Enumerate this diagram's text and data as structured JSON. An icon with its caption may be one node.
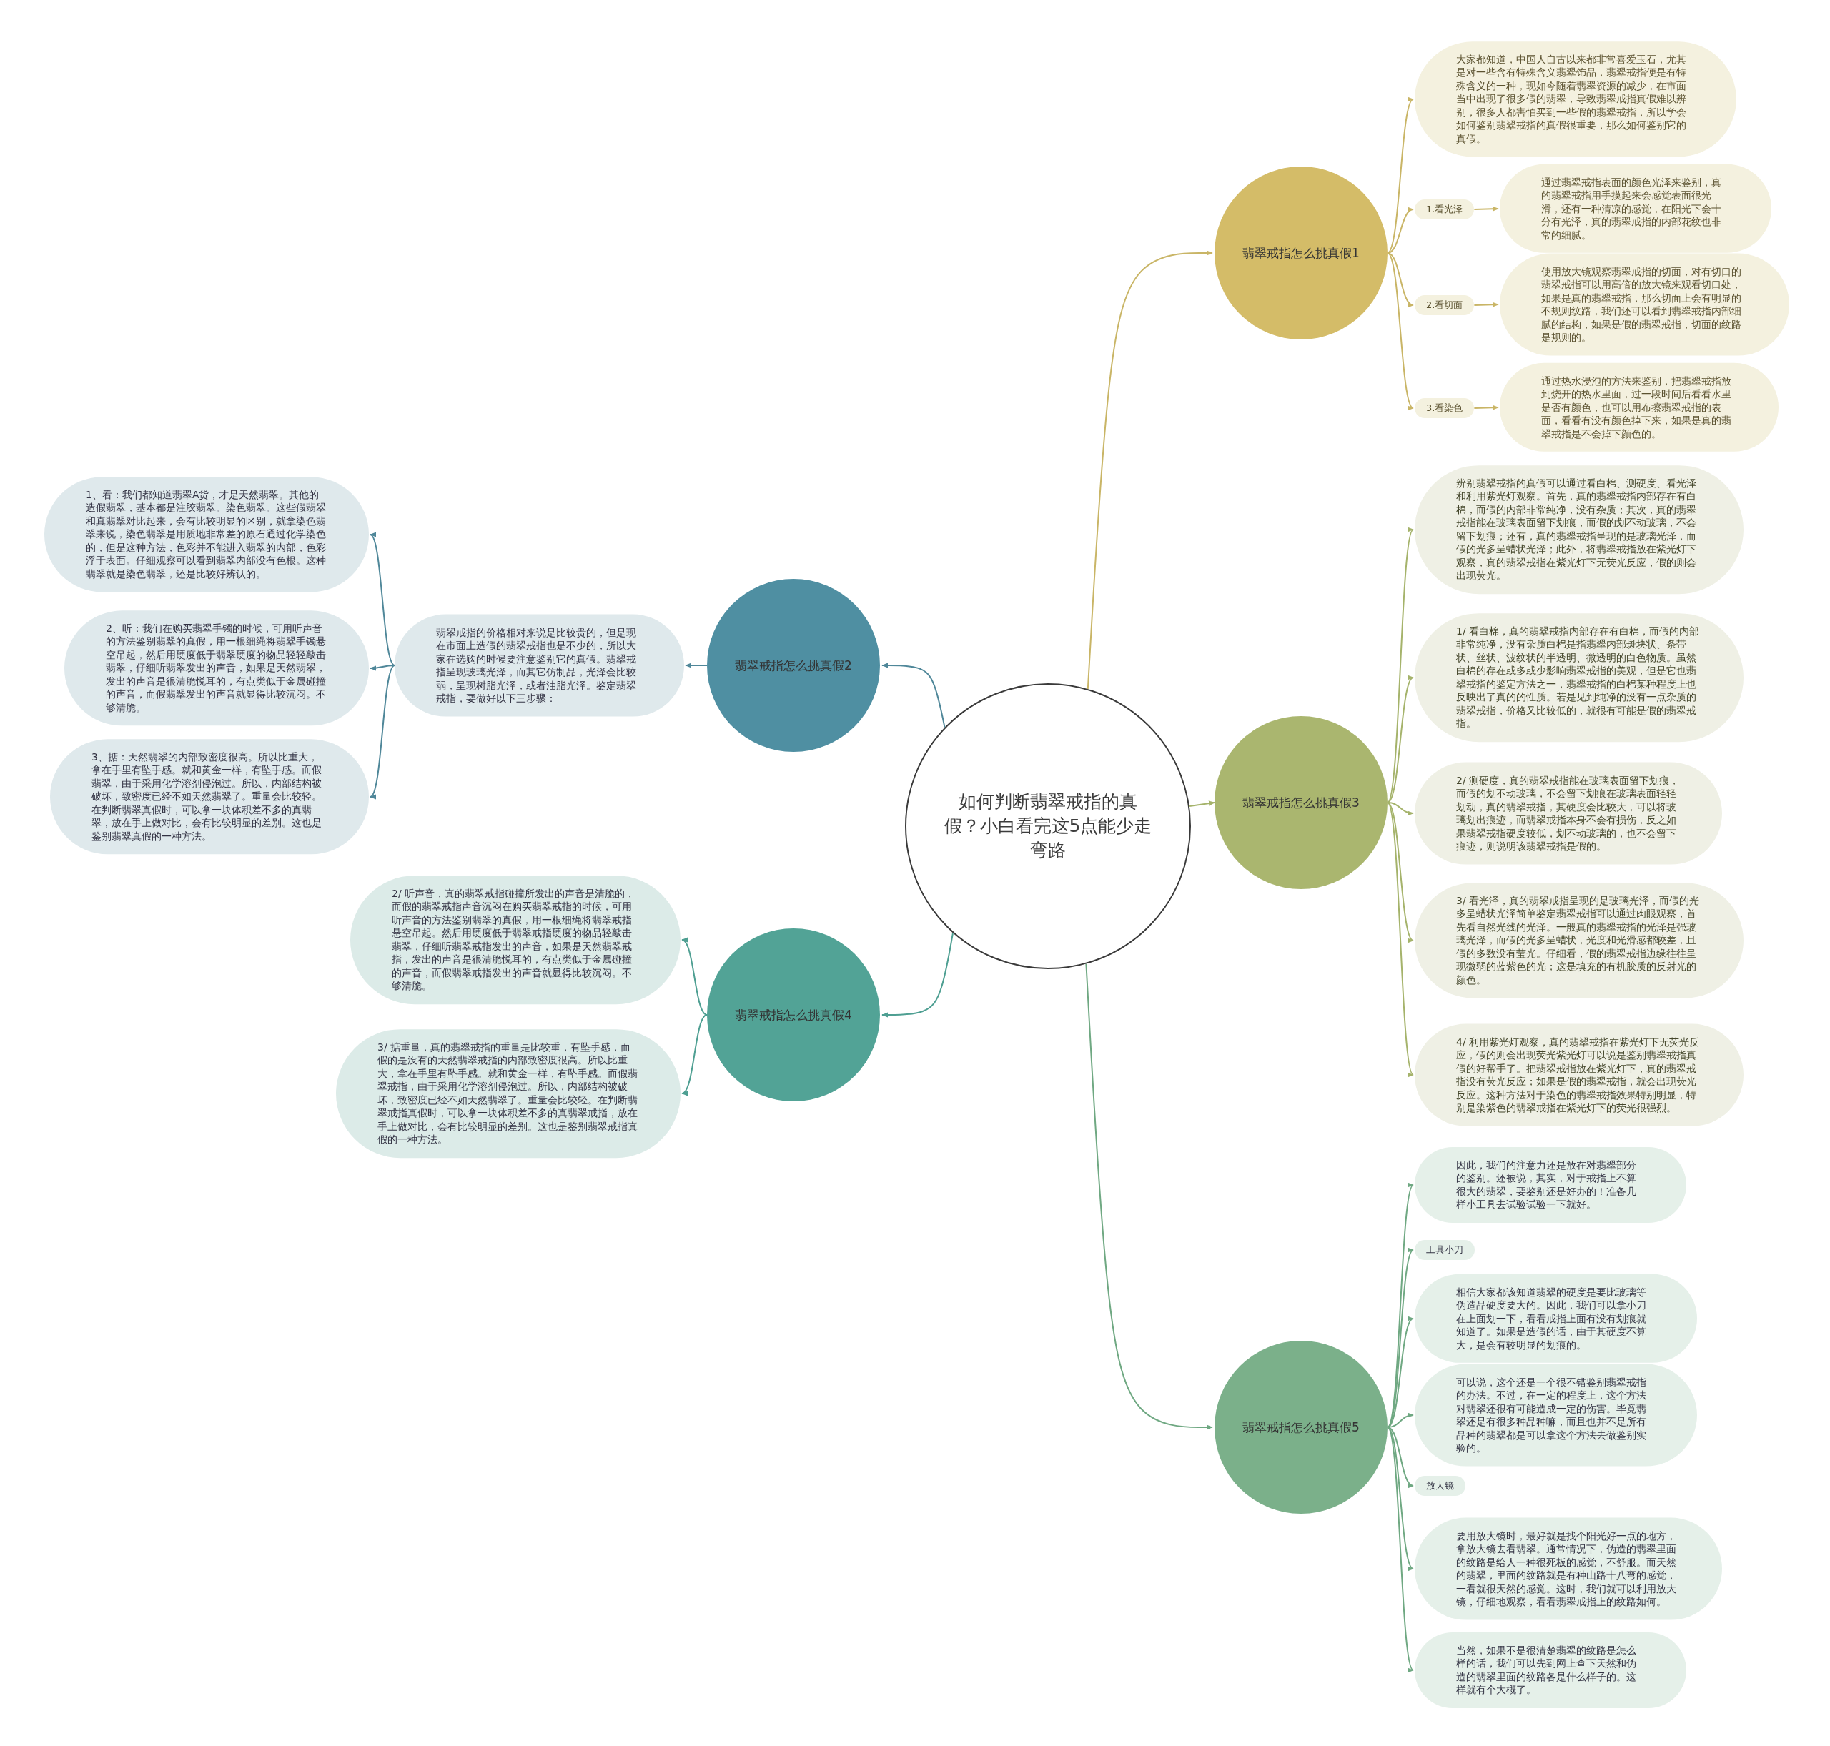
{
  "diagram": {
    "nodes": [
      {
        "text": [
          "如何判断翡翠戒指的真假？小白看完这5点能少走弯路"
        ]
      },
      {
        "text": [
          "翡翠戒指怎么挑真假1"
        ]
      },
      {
        "text": [
          "大家都知道，中国人自古以来都非常喜爱玉石，尤其是对一些含有特殊含义翡翠饰品，翡翠戒指便是有特殊含义的一种，现如今随着翡翠资源的减少，在市面当中出现了很多假的翡翠，导致翡翠戒指真假难以辨别，很多人都害怕买到一些假的翡翠戒指，所以学会如何鉴别翡翠戒指的真假很重要，那么如何鉴别它的真假。"
        ]
      },
      {
        "text": [
          "1.看光泽"
        ]
      },
      {
        "text": [
          "通过翡翠戒指表面的颜色光泽来鉴别，真的翡翠戒指用手摸起来会感觉表面很光滑，还有一种清凉的感觉，在阳光下会十分有光泽，真的翡翠戒指的内部花纹也非常的细腻。"
        ]
      },
      {
        "text": [
          "2.看切面"
        ]
      },
      {
        "text": [
          "使用放大镜观察翡翠戒指的切面，对有切口的翡翠戒指可以用高倍的放大镜来观看切口处，如果是真的翡翠戒指，那么切面上会有明显的不规则纹路，我们还可以看到翡翠戒指内部细腻的结构，如果是假的翡翠戒指，切面的纹路是规则的。"
        ]
      },
      {
        "text": [
          "3.看染色"
        ]
      },
      {
        "text": [
          "通过热水浸泡的方法来鉴别，把翡翠戒指放到烧开的热水里面，过一段时间后看看水里是否有颜色，也可以用布擦翡翠戒指的表面，看看有没有颜色掉下来，如果是真的翡翠戒指是不会掉下颜色的。"
        ]
      },
      {
        "text": [
          "翡翠戒指怎么挑真假2"
        ]
      },
      {
        "text": [
          "翡翠戒指的价格相对来说是比较贵的，但是现在市面上造假的翡翠戒指也是不少的，所以大家在选购的时候要注意鉴别它的真假。翡翠戒指呈现玻璃光泽，而其它仿制品，光泽会比较弱，呈现树脂光泽，或者油脂光泽。鉴定翡翠戒指，要做好以下三步骤："
        ]
      },
      {
        "text": [
          "1、看：我们都知道翡翠A货，才是天然翡翠。其他的造假翡翠，基本都是注胶翡翠。染色翡翠。这些假翡翠和真翡翠对比起来，会有比较明显的区别，就拿染色翡翠来说，染色翡翠是用质地非常差的原石通过化学染色的，但是这种方法，色彩并不能进入翡翠的内部，色彩浮于表面。仔细观察可以看到翡翠内部没有色根。这种翡翠就是染色翡翠，还是比较好辨认的。"
        ]
      },
      {
        "text": [
          "2、听：我们在购买翡翠手镯的时候，可用听声音的方法鉴别翡翠的真假，用一根细绳将翡翠手镯悬空吊起，然后用硬度低于翡翠硬度的物品轻轻敲击翡翠，仔细听翡翠发出的声音，如果是天然翡翠，发出的声音是很清脆悦耳的，有点类似于金属碰撞的声音，而假翡翠发出的声音就显得比较沉闷。不够清脆。"
        ]
      },
      {
        "text": [
          "3、掂：天然翡翠的内部致密度很高。所以比重大，拿在手里有坠手感。就和黄金一样，有坠手感。而假翡翠，由于采用化学溶剂侵泡过。所以，内部结构被破坏，致密度已经不如天然翡翠了。重量会比较轻。在判断翡翠真假时，可以拿一块体积差不多的真翡翠，放在手上做对比，会有比较明显的差别。这也是鉴别翡翠真假的一种方法。"
        ]
      },
      {
        "text": [
          "翡翠戒指怎么挑真假3"
        ]
      },
      {
        "text": [
          "辨别翡翠戒指的真假可以通过看白棉、测硬度、看光泽和利用紫光灯观察。首先，真的翡翠戒指内部存在有白棉，而假的内部非常纯净，没有杂质；其次，真的翡翠戒指能在玻璃表面留下划痕，而假的划不动玻璃，不会留下划痕；还有，真的翡翠戒指呈现的是玻璃光泽，而假的光多呈蜡状光泽；此外，将翡翠戒指放在紫光灯下观察，真的翡翠戒指在紫光灯下无荧光反应，假的则会出现荧光。"
        ]
      },
      {
        "text": [
          "1/ 看白棉，真的翡翠戒指内部存在有白棉，而假的内部非常纯净，没有杂质白棉是指翡翠内部斑块状、条带状、丝状、波纹状的半透明、微透明的白色物质。虽然白棉的存在或多或少影响翡翠戒指的美观，但是它也翡翠戒指的鉴定方法之一，翡翠戒指的白棉某种程度上也反映出了真的的性质。若是见到纯净的没有一点杂质的翡翠戒指，价格又比较低的，就很有可能是假的翡翠戒指。"
        ]
      },
      {
        "text": [
          "2/ 测硬度，真的翡翠戒指能在玻璃表面留下划痕，而假的划不动玻璃，不会留下划痕在玻璃表面轻轻划动，真的翡翠戒指，其硬度会比较大，可以将玻璃划出痕迹，而翡翠戒指本身不会有损伤，反之如果翡翠戒指硬度较低，划不动玻璃的，也不会留下痕迹，则说明该翡翠戒指是假的。"
        ]
      },
      {
        "text": [
          "3/ 看光泽，真的翡翠戒指呈现的是玻璃光泽，而假的光多呈蜡状光泽简单鉴定翡翠戒指可以通过肉眼观察，首先看自然光线的光泽。一般真的翡翠戒指的光泽是强玻璃光泽，而假的光多呈蜡状，光度和光滑感都较差，且假的多数没有莹光。仔细看，假的翡翠戒指边缘往往呈现微弱的蓝紫色的光；这是填充的有机胶质的反射光的颜色。"
        ]
      },
      {
        "text": [
          "4/ 利用紫光灯观察，真的翡翠戒指在紫光灯下无荧光反应，假的则会出现荧光紫光灯可以说是鉴别翡翠戒指真假的好帮手了。把翡翠戒指放在紫光灯下，真的翡翠戒指没有荧光反应；如果是假的翡翠戒指，就会出现荧光反应。这种方法对于染色的翡翠戒指效果特别明显，特别是染紫色的翡翠戒指在紫光灯下的荧光很强烈。"
        ]
      },
      {
        "text": [
          "翡翠戒指怎么挑真假4"
        ]
      },
      {
        "text": [
          "2/ 听声音，真的翡翠戒指碰撞所发出的声音是清脆的，而假的翡翠戒指声音沉闷在购买翡翠戒指的时候，可用听声音的方法鉴别翡翠的真假，用一根细绳将翡翠戒指悬空吊起。然后用硬度低于翡翠戒指硬度的物品轻敲击翡翠，仔细听翡翠戒指发出的声音，如果是天然翡翠戒指，发出的声音是很清脆悦耳的，有点类似于金属碰撞的声音，而假翡翠戒指发出的声音就显得比较沉闷。不够清脆。"
        ]
      },
      {
        "text": [
          "3/ 掂重量，真的翡翠戒指的重量是比较重，有坠手感，而假的是没有的天然翡翠戒指的内部致密度很高。所以比重大，拿在手里有坠手感。就和黄金一样，有坠手感。而假翡翠戒指，由于采用化学溶剂侵泡过。所以，内部结构被破坏，致密度已经不如天然翡翠了。重量会比较轻。在判断翡翠戒指真假时，可以拿一块体积差不多的真翡翠戒指，放在手上做对比，会有比较明显的差别。这也是鉴别翡翠戒指真假的一种方法。"
        ]
      },
      {
        "text": [
          "翡翠戒指怎么挑真假5"
        ]
      },
      {
        "text": [
          "因此，我们的注意力还是放在对翡翠部分的鉴别。还被说，其实，对于戒指上不算很大的翡翠，要鉴别还是好办的！准备几样小工具去试验试验一下就好。"
        ]
      },
      {
        "text": [
          "工具小刀"
        ]
      },
      {
        "text": [
          "相信大家都该知道翡翠的硬度是要比玻璃等伪造品硬度要大的。因此，我们可以拿小刀在上面划一下，看看戒指上面有没有划痕就知道了。如果是造假的话，由于其硬度不算大，是会有较明显的划痕的。"
        ]
      },
      {
        "text": [
          "可以说，这个还是一个很不错鉴别翡翠戒指的办法。不过，在一定的程度上，这个方法对翡翠还很有可能造成一定的伤害。毕竟翡翠还是有很多种品种嘛，而且也并不是所有品种的翡翠都是可以拿这个方法去做鉴别实验的。"
        ]
      },
      {
        "text": [
          "放大镜"
        ]
      },
      {
        "text": [
          "要用放大镜时，最好就是找个阳光好一点的地方，拿放大镜去看翡翠。通常情况下，伪造的翡翠里面的纹路是给人一种很死板的感觉，不舒服。而天然的翡翠，里面的纹路就是有种山路十八弯的感觉，一看就很天然的感觉。这时，我们就可以利用放大镜，仔细地观察，看看翡翠戒指上的纹路如何。"
        ]
      },
      {
        "text": [
          "当然，如果不是很清楚翡翠的纹路是怎么样的话，我们可以先到网上查下天然和伪造的翡翠里面的纹路各是什么样子的。这样就有个大概了。"
        ]
      }
    ],
    "edges": [
      {
        "from": 0,
        "to": 1,
        "arrow": "to",
        "color": "#c9b566"
      },
      {
        "from": 0,
        "to": 9,
        "arrow": "to",
        "color": "#4f8799"
      },
      {
        "from": 0,
        "to": 14,
        "arrow": "to",
        "color": "#a5b36b"
      },
      {
        "from": 0,
        "to": 20,
        "arrow": "to",
        "color": "#4e9f92"
      },
      {
        "from": 0,
        "to": 23,
        "arrow": "to",
        "color": "#6fa882"
      },
      {
        "from": 1,
        "to": 2,
        "arrow": "to",
        "color": "#c9b566"
      },
      {
        "from": 1,
        "to": 3,
        "arrow": "to",
        "color": "#c9b566"
      },
      {
        "from": 1,
        "to": 5,
        "arrow": "to",
        "color": "#c9b566"
      },
      {
        "from": 1,
        "to": 7,
        "arrow": "to",
        "color": "#c9b566"
      },
      {
        "from": 3,
        "to": 4,
        "arrow": "to",
        "color": "#c9b566"
      },
      {
        "from": 5,
        "to": 6,
        "arrow": "to",
        "color": "#c9b566"
      },
      {
        "from": 7,
        "to": 8,
        "arrow": "to",
        "color": "#c9b566"
      },
      {
        "from": 9,
        "to": 10,
        "arrow": "to",
        "color": "#4f8799"
      },
      {
        "from": 10,
        "to": 11,
        "arrow": "to",
        "color": "#4f8799"
      },
      {
        "from": 10,
        "to": 12,
        "arrow": "to",
        "color": "#4f8799"
      },
      {
        "from": 10,
        "to": 13,
        "arrow": "to",
        "color": "#4f8799"
      },
      {
        "from": 14,
        "to": 15,
        "arrow": "to",
        "color": "#a5b36b"
      },
      {
        "from": 14,
        "to": 16,
        "arrow": "to",
        "color": "#a5b36b"
      },
      {
        "from": 14,
        "to": 17,
        "arrow": "to",
        "color": "#a5b36b"
      },
      {
        "from": 14,
        "to": 18,
        "arrow": "to",
        "color": "#a5b36b"
      },
      {
        "from": 14,
        "to": 19,
        "arrow": "to",
        "color": "#a5b36b"
      },
      {
        "from": 20,
        "to": 21,
        "arrow": "to",
        "color": "#4e9f92"
      },
      {
        "from": 20,
        "to": 22,
        "arrow": "to",
        "color": "#4e9f92"
      },
      {
        "from": 23,
        "to": 24,
        "arrow": "to",
        "color": "#6fa882"
      },
      {
        "from": 23,
        "to": 25,
        "arrow": "to",
        "color": "#6fa882"
      },
      {
        "from": 23,
        "to": 26,
        "arrow": "to",
        "color": "#6fa882"
      },
      {
        "from": 23,
        "to": 27,
        "arrow": "to",
        "color": "#6fa882"
      },
      {
        "from": 23,
        "to": 28,
        "arrow": "to",
        "color": "#6fa882"
      },
      {
        "from": 23,
        "to": 29,
        "arrow": "to",
        "color": "#6fa882"
      },
      {
        "from": 23,
        "to": 30,
        "arrow": "to",
        "color": "#6fa882"
      }
    ]
  }
}
